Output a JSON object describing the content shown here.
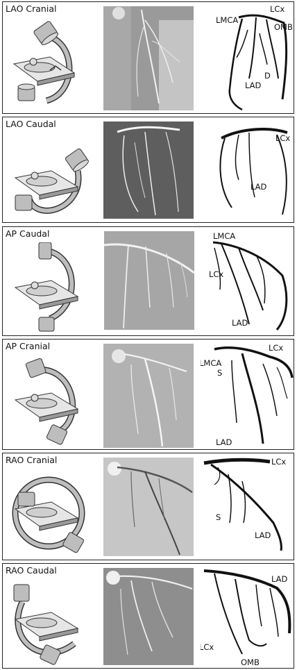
{
  "panels": [
    {
      "view": "LAO Cranial",
      "labels": {
        "lmca": "LMCA",
        "lcx": "LCx",
        "omb": "OMB",
        "d": "D",
        "lad": "LAD"
      }
    },
    {
      "view": "LAO Caudal",
      "labels": {
        "lcx": "LCx",
        "lad": "LAD"
      }
    },
    {
      "view": "AP Caudal",
      "labels": {
        "lmca": "LMCA",
        "lcx": "LCx",
        "lad": "LAD"
      }
    },
    {
      "view": "AP Cranial",
      "labels": {
        "lcx": "LCx",
        "lmca": "LMCA",
        "s": "S",
        "lad": "LAD"
      }
    },
    {
      "view": "RAO Cranial",
      "labels": {
        "lcx": "LCx",
        "s": "S",
        "lad": "LAD"
      }
    },
    {
      "view": "RAO Caudal",
      "labels": {
        "lad": "LAD",
        "lcx": "LCx",
        "omb": "OMB"
      }
    }
  ],
  "icons": {
    "c_arm": "c-arm-icon",
    "angiogram": "angiogram-image",
    "tracing": "coronary-tracing"
  },
  "colors": {
    "ink": "#111111",
    "arm_fill": "#bdbdbd",
    "arm_stroke": "#333333",
    "angio_bg": "#b8b8b8"
  }
}
